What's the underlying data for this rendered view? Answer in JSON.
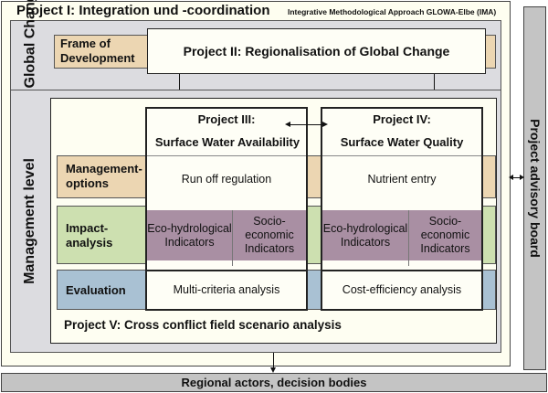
{
  "header": {
    "title": "Project I: Integration und -coordination",
    "subtitle": "Integrative Methodological Approach GLOWA-Elbe (IMA)"
  },
  "global_change": {
    "label": "Global Change",
    "frame_label": "Frame of Development",
    "project2": "Project II: Regionalisation of Global Change"
  },
  "management": {
    "label": "Management level",
    "rows": {
      "management_options": "Management-options",
      "impact_analysis": "Impact-analysis",
      "evaluation": "Evaluation"
    },
    "project3": {
      "title": "Project III:",
      "subtitle": "Surface Water Availability",
      "management": "Run off regulation",
      "indicator1": "Eco-hydrological Indicators",
      "indicator2": "Socio-economic Indicators",
      "evaluation": "Multi-criteria analysis"
    },
    "project4": {
      "title": "Project IV:",
      "subtitle": "Surface Water Quality",
      "management": "Nutrient entry",
      "indicator1": "Eco-hydrological Indicators",
      "indicator2": "Socio-economic Indicators",
      "evaluation": "Cost-efficiency analysis"
    },
    "project5": "Project V: Cross conflict field scenario analysis"
  },
  "advisory_board": "Project advisory board",
  "regional_actors": "Regional actors, decision bodies",
  "colors": {
    "orange": "#ecd6b2",
    "green": "#cde0b0",
    "blue": "#a9c1d3",
    "purple": "#a98fa3",
    "gray": "#dcdce0"
  }
}
